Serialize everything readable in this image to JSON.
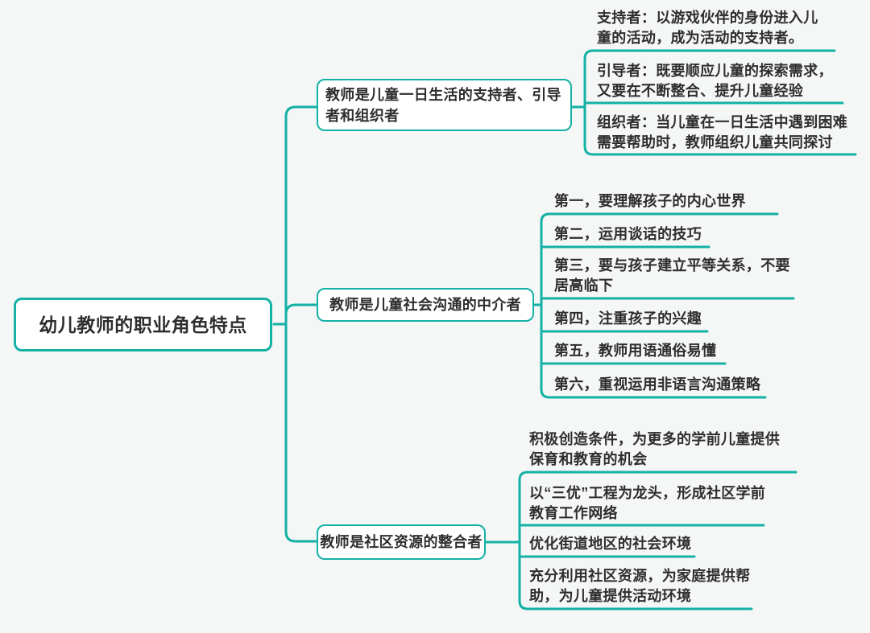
{
  "canvas": {
    "background": "#f5f6f6",
    "accent": "#14b1a5",
    "text_color": "#2e2e2e"
  },
  "root": {
    "label": "幼儿教师的职业角色特点"
  },
  "branches": [
    {
      "label": "教师是儿童一日生活的支持者、引导者和组织者",
      "children": [
        "支持者：以游戏伙伴的身份进入儿童的活动，成为活动的支持者。",
        "引导者：既要顺应儿童的探索需求，又要在不断整合、提升儿童经验",
        "组织者：当儿童在一日生活中遇到困难需要帮助时，教师组织儿童共同探讨"
      ]
    },
    {
      "label": "教师是儿童社会沟通的中介者",
      "children": [
        "第一，要理解孩子的内心世界",
        "第二，运用谈话的技巧",
        "第三，要与孩子建立平等关系，不要居高临下",
        "第四，注重孩子的兴趣",
        "第五，教师用语通俗易懂",
        "第六，重视运用非语言沟通策略"
      ]
    },
    {
      "label": "教师是社区资源的整合者",
      "children": [
        "积极创造条件，为更多的学前儿童提供保育和教育的机会",
        "以“三优”工程为龙头，形成社区学前教育工作网络",
        "优化街道地区的社会环境",
        "充分利用社区资源，为家庭提供帮助，为儿童提供活动环境"
      ]
    }
  ]
}
